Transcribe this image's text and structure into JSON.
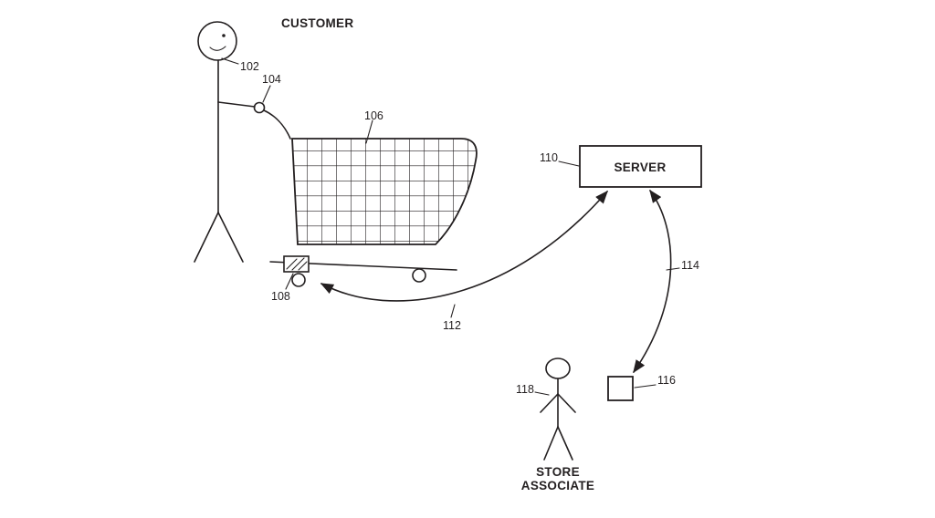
{
  "figure": {
    "labels": {
      "customer": "CUSTOMER",
      "server": "SERVER",
      "store_associate_line1": "STORE",
      "store_associate_line2": "ASSOCIATE"
    },
    "refs": {
      "customer_figure": "102",
      "cart_handle": "104",
      "cart_basket": "106",
      "cart_device": "108",
      "server_box": "110",
      "arrow_cart_server": "112",
      "arrow_server_associate_device": "114",
      "associate_device": "116",
      "store_associate_figure": "118"
    },
    "colors": {
      "line": "#231f20",
      "background": "#ffffff"
    }
  }
}
